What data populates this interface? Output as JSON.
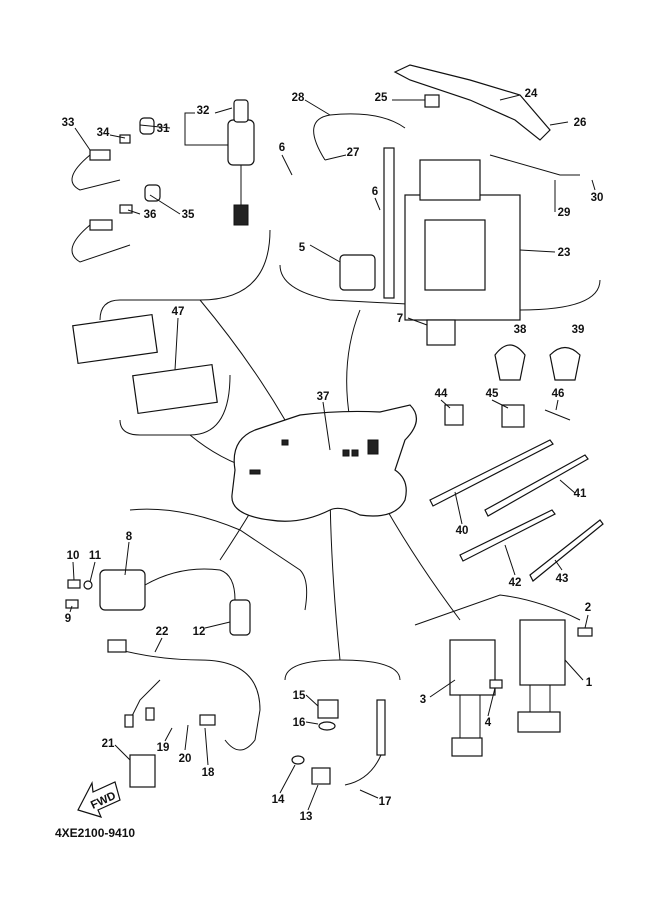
{
  "diagram": {
    "code": "4XE2100-9410",
    "fwd_label": "FWD",
    "callouts": {
      "c1": "1",
      "c2": "2",
      "c3": "3",
      "c4": "4",
      "c5": "5",
      "c6a": "6",
      "c6b": "6",
      "c7": "7",
      "c8": "8",
      "c9": "9",
      "c10": "10",
      "c11": "11",
      "c12": "12",
      "c13": "13",
      "c14": "14",
      "c15": "15",
      "c16": "16",
      "c17": "17",
      "c18": "18",
      "c19": "19",
      "c20": "20",
      "c21": "21",
      "c22": "22",
      "c23": "23",
      "c24": "24",
      "c25": "25",
      "c26": "26",
      "c27": "27",
      "c28": "28",
      "c29": "29",
      "c30": "30",
      "c31": "31",
      "c32": "32",
      "c33": "33",
      "c34": "34",
      "c35": "35",
      "c36": "36",
      "c37": "37",
      "c38": "38",
      "c39": "39",
      "c40": "40",
      "c41": "41",
      "c42": "42",
      "c43": "43",
      "c44": "44",
      "c45": "45",
      "c46": "46",
      "c47": "47"
    }
  }
}
